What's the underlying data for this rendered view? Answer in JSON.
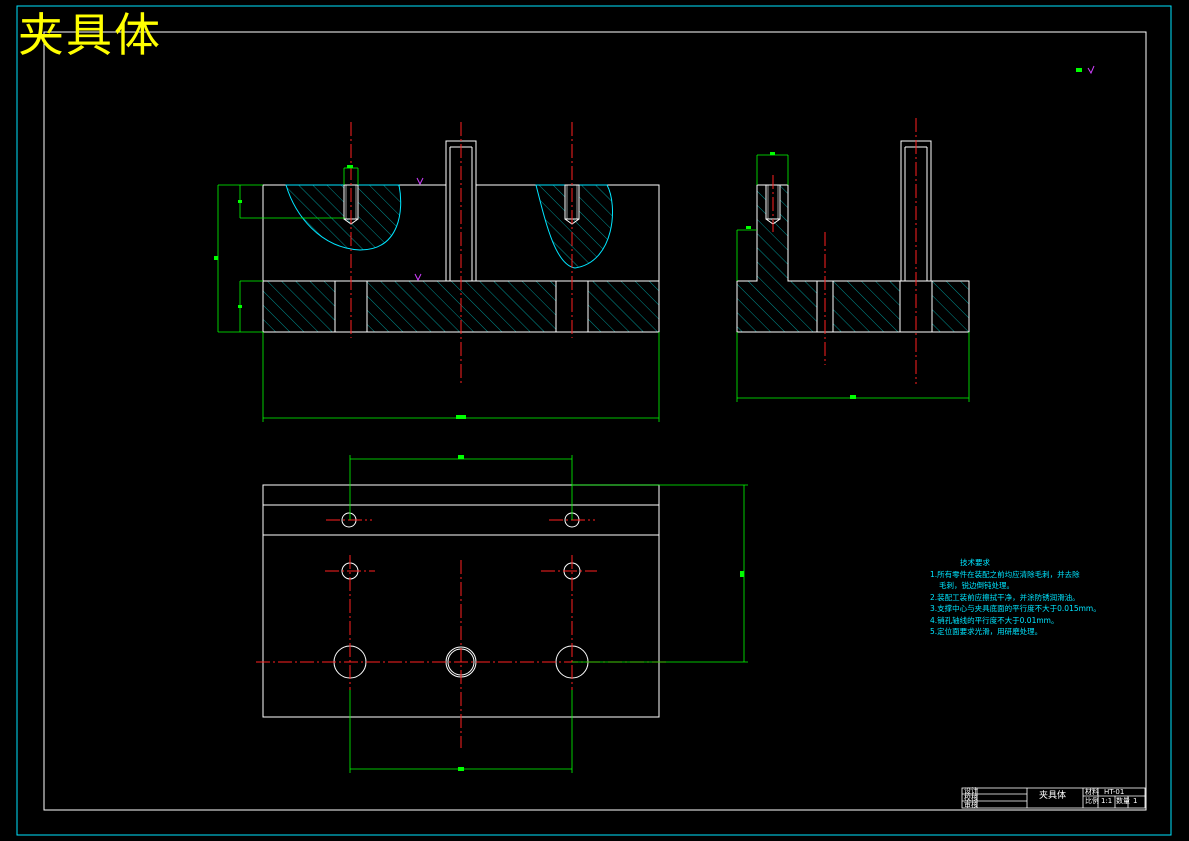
{
  "drawing": {
    "title": "夹具体",
    "tech_notes": {
      "title": "技术要求",
      "items": [
        "1.所有零件在装配之前均应清除毛刺，并去除",
        "毛刺，锐边倒钝处理。",
        "2.装配工装前应擦拭干净，并涂防锈润滑油。",
        "3.支撑中心与夹具底面的平行度不大于0.015mm。",
        "4.销孔轴线的平行度不大于0.01mm。",
        "5.定位面要求光滑，用研磨处理。"
      ]
    },
    "title_block": {
      "part_name": "夹具体",
      "left_labels": [
        "设计",
        "校核",
        "审核"
      ],
      "right_labels": [
        "材料",
        "比例",
        "1:1",
        "数量"
      ],
      "code": "HT-01",
      "qty": "1"
    }
  },
  "colors": {
    "background": "#000000",
    "outline": "#ffffff",
    "centerline": "#ff2020",
    "dimension": "#00ff00",
    "hatch": "#00c8c8",
    "frame": "#00e5ff",
    "title": "#ffff00"
  }
}
